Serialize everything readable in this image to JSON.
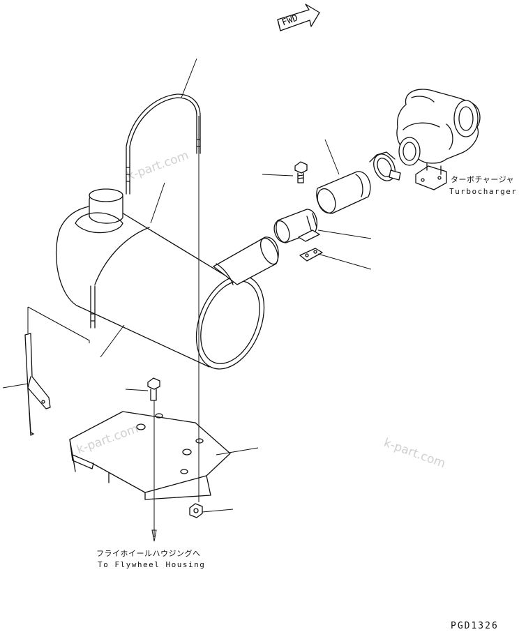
{
  "direction_marker": {
    "text": "FWD"
  },
  "labels": {
    "turbocharger_jp": "ターボチャージャ",
    "turbocharger_en": "Turbocharger",
    "flywheel_jp": "フライホイールハウジングへ",
    "flywheel_en": "To Flywheel Housing",
    "drawing_number": "PGD1326"
  },
  "watermarks": [
    "k-part.com",
    "k-part.com",
    "k-part.com"
  ]
}
